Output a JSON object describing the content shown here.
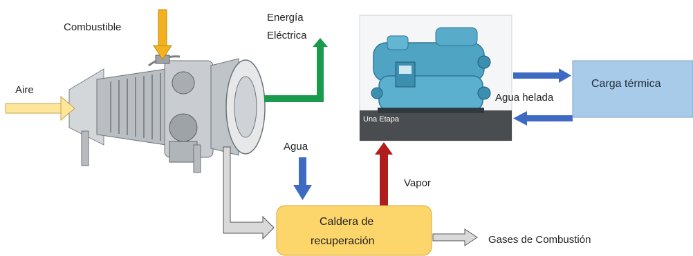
{
  "labels": {
    "combustible": "Combustible",
    "energia_line1": "Energía",
    "energia_line2": "Eléctrica",
    "aire": "Aire",
    "agua": "Agua",
    "vapor": "Vapor",
    "agua_helada": "Agua helada",
    "carga_termica": "Carga térmica",
    "caldera_line1": "Caldera de",
    "caldera_line2": "recuperación",
    "gases": "Gases de Combustión",
    "una_etapa": "Una Etapa"
  },
  "colors": {
    "fuel_arrow": "#f2b21f",
    "air_arrow": "#fde59a",
    "electric_arrow": "#1a9a4c",
    "water_arrow": "#3e6ac4",
    "steam_arrow": "#b01d1d",
    "exhaust_arrow": "#d9d9d9",
    "boiler_fill": "#fcd56b",
    "load_fill": "#a9cbea",
    "chiller_body": "#4fa4c4",
    "turbine_metal": "#c8ccd0"
  },
  "icons": {
    "turbine": "gas-turbine-cutaway",
    "chiller": "absorption-chiller"
  }
}
